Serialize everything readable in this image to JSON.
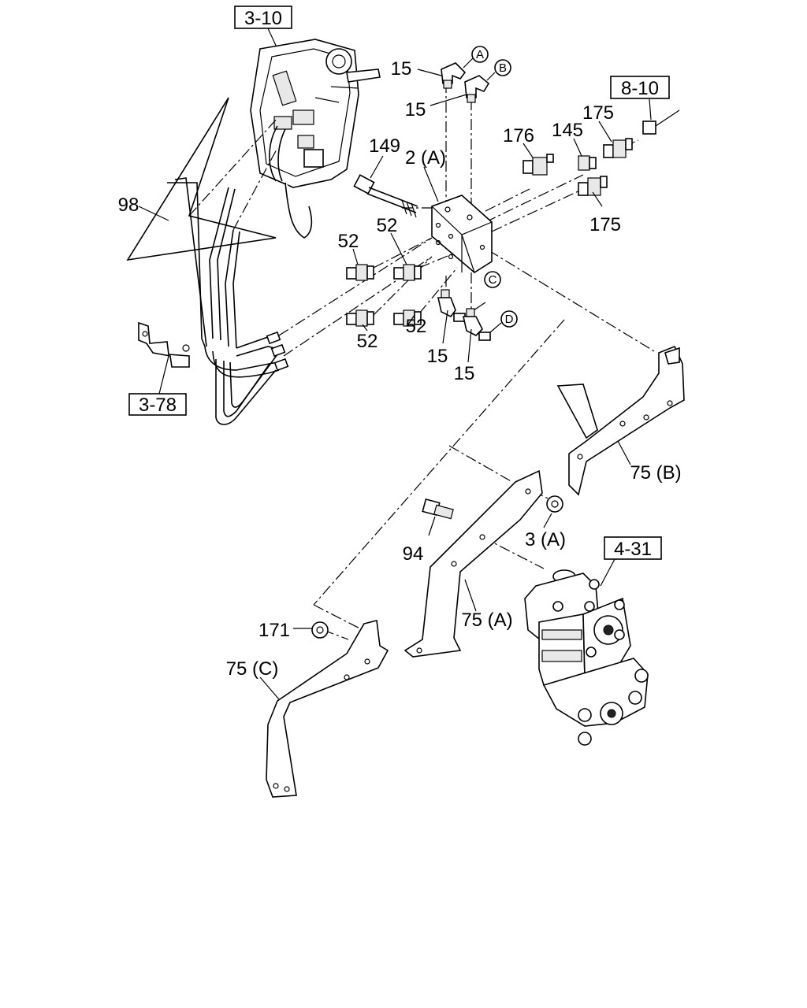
{
  "refs": {
    "r_3_10": "3-10",
    "r_8_10": "8-10",
    "r_3_78": "3-78",
    "r_4_31": "4-31"
  },
  "callouts": {
    "c15_a": "15",
    "c15_b": "15",
    "c15_c": "15",
    "c15_d": "15",
    "c149": "149",
    "c2a": "2 (A)",
    "c176": "176",
    "c145": "145",
    "c175_top": "175",
    "c175_bot": "175",
    "c98": "98",
    "c52_1": "52",
    "c52_2": "52",
    "c52_3": "52",
    "c52_4": "52",
    "c75b": "75 (B)",
    "c94": "94",
    "c3a": "3 (A)",
    "c75a": "75 (A)",
    "c171": "171",
    "c75c": "75 (C)"
  },
  "circles": {
    "a": "A",
    "b": "B",
    "c": "C",
    "d": "D"
  }
}
